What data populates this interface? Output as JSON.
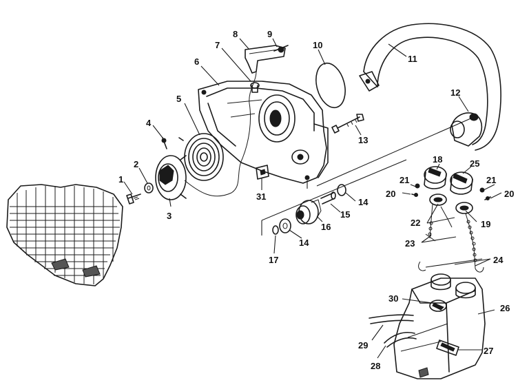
{
  "diagram": {
    "callouts": [
      {
        "id": "c1",
        "label": "1"
      },
      {
        "id": "c2",
        "label": "2"
      },
      {
        "id": "c3",
        "label": "3"
      },
      {
        "id": "c4",
        "label": "4"
      },
      {
        "id": "c5",
        "label": "5"
      },
      {
        "id": "c6",
        "label": "6"
      },
      {
        "id": "c7",
        "label": "7"
      },
      {
        "id": "c8",
        "label": "8"
      },
      {
        "id": "c9",
        "label": "9"
      },
      {
        "id": "c10",
        "label": "10"
      },
      {
        "id": "c11",
        "label": "11"
      },
      {
        "id": "c12",
        "label": "12"
      },
      {
        "id": "c13",
        "label": "13"
      },
      {
        "id": "c14a",
        "label": "14"
      },
      {
        "id": "c14b",
        "label": "14"
      },
      {
        "id": "c15",
        "label": "15"
      },
      {
        "id": "c16",
        "label": "16"
      },
      {
        "id": "c17",
        "label": "17"
      },
      {
        "id": "c18",
        "label": "18"
      },
      {
        "id": "c19",
        "label": "19"
      },
      {
        "id": "c20a",
        "label": "20"
      },
      {
        "id": "c20b",
        "label": "20"
      },
      {
        "id": "c21a",
        "label": "21"
      },
      {
        "id": "c21b",
        "label": "21"
      },
      {
        "id": "c22",
        "label": "22"
      },
      {
        "id": "c23",
        "label": "23"
      },
      {
        "id": "c24",
        "label": "24"
      },
      {
        "id": "c25",
        "label": "25"
      },
      {
        "id": "c26",
        "label": "26"
      },
      {
        "id": "c27",
        "label": "27"
      },
      {
        "id": "c28",
        "label": "28"
      },
      {
        "id": "c29",
        "label": "29"
      },
      {
        "id": "c30",
        "label": "30"
      },
      {
        "id": "c31",
        "label": "31"
      }
    ]
  }
}
